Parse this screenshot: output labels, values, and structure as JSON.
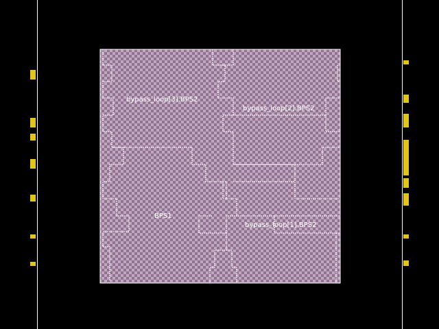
{
  "view": {
    "background": "#000000",
    "boundary_line_color": "#ffffff",
    "die_fill_color": "#b89ab8",
    "region_outline_color": "#ffffff",
    "pin_color": "#e2c51a"
  },
  "regions": [
    {
      "label": "bypass_loop[3].BPS2"
    },
    {
      "label": "bypass_loop[2].BPS2"
    },
    {
      "label": "BPS1"
    },
    {
      "label": "bypass_loop[1].BPS2"
    }
  ]
}
